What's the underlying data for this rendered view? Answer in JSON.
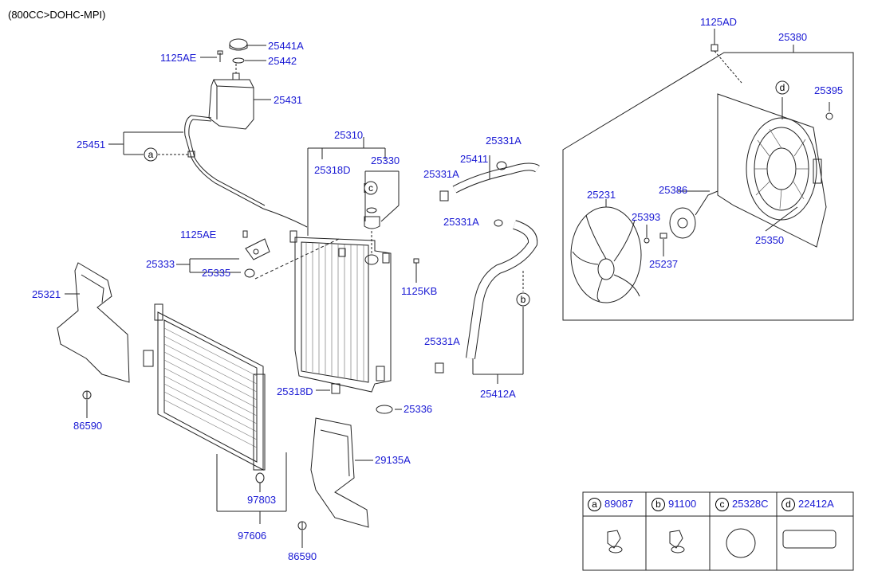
{
  "header": "(800CC>DOHC-MPI)",
  "labels": {
    "l_25441A": "25441A",
    "l_25442": "25442",
    "l_1125AE_top": "1125AE",
    "l_25431": "25431",
    "l_25451": "25451",
    "l_25310": "25310",
    "l_25318D_top": "25318D",
    "l_25330": "25330",
    "l_25411": "25411",
    "l_25331A_top": "25331A",
    "l_25331A_left": "25331A",
    "l_25331A_mid": "25331A",
    "l_25331A_low": "25331A",
    "l_1125AE_mid": "1125AE",
    "l_25333": "25333",
    "l_25335": "25335",
    "l_1125KB": "1125KB",
    "l_25321": "25321",
    "l_25318D_low": "25318D",
    "l_25336": "25336",
    "l_25412A": "25412A",
    "l_86590_left": "86590",
    "l_29135A": "29135A",
    "l_97803": "97803",
    "l_97606": "97606",
    "l_86590_bottom": "86590",
    "l_1125AD": "1125AD",
    "l_25380": "25380",
    "l_25395": "25395",
    "l_25231": "25231",
    "l_25386": "25386",
    "l_25393": "25393",
    "l_25237": "25237",
    "l_25350": "25350"
  },
  "callouts": {
    "a": "a",
    "b": "b",
    "c": "c",
    "d": "d"
  },
  "legend": [
    {
      "key": "a",
      "part": "89087"
    },
    {
      "key": "b",
      "part": "91100"
    },
    {
      "key": "c",
      "part": "25328C"
    },
    {
      "key": "d",
      "part": "22412A"
    }
  ]
}
